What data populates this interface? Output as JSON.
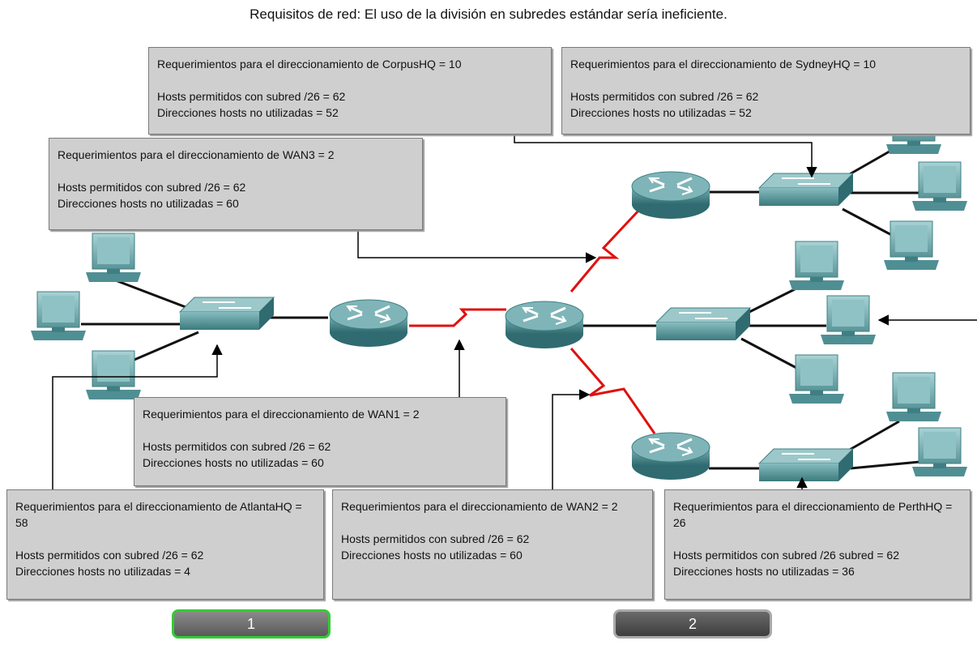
{
  "title": "Requisitos de red: El uso de la división en subredes estándar sería ineficiente.",
  "boxes": {
    "corpus": {
      "req": "Requerimientos para el direccionamiento de CorpusHQ = 10",
      "hosts": "Hosts permitidos con subred /26 = 62",
      "unused": "Direcciones hosts no utilizadas = 52"
    },
    "sydney": {
      "req": "Requerimientos para el direccionamiento de SydneyHQ = 10",
      "hosts": "Hosts permitidos con subred /26 = 62",
      "unused": "Direcciones hosts no utilizadas = 52"
    },
    "wan3": {
      "req": "Requerimientos para el direccionamiento de WAN3 = 2",
      "hosts": "Hosts permitidos con subred /26 = 62",
      "unused": "Direcciones hosts no utilizadas = 60"
    },
    "wan1": {
      "req": "Requerimientos para el direccionamiento de WAN1 = 2",
      "hosts": "Hosts permitidos con subred /26 = 62",
      "unused": "Direcciones hosts no utilizadas = 60"
    },
    "atlanta": {
      "req": "Requerimientos para el direccionamiento de AtlantaHQ = 58",
      "hosts": "Hosts permitidos con subred /26 = 62",
      "unused": "Direcciones hosts no utilizadas = 4"
    },
    "wan2": {
      "req": "Requerimientos para el direccionamiento de WAN2 = 2",
      "hosts": "Hosts permitidos con subred /26 = 62",
      "unused": "Direcciones hosts no utilizadas = 60"
    },
    "perth": {
      "req": "Requerimientos para el direccionamiento de PerthHQ = 26",
      "hosts": "Hosts permitidos con subred /26 subred = 62",
      "unused": "Direcciones hosts no utilizadas = 36"
    }
  },
  "nav": {
    "btn1": "1",
    "btn2": "2"
  },
  "colors": {
    "device": "#4f8f93",
    "device_dark": "#2f6b70",
    "wan_link": "#e01010",
    "lan_link": "#111111",
    "active_border": "#33cc33"
  }
}
